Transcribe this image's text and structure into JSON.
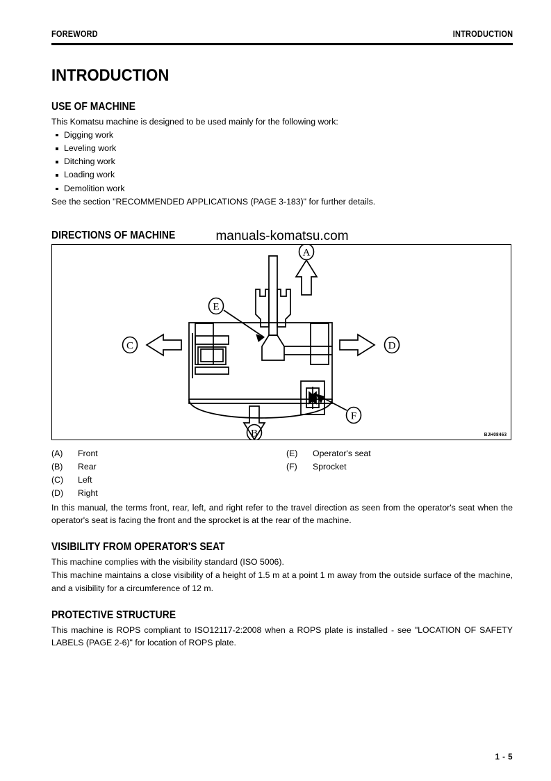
{
  "header": {
    "left": "FOREWORD",
    "right": "INTRODUCTION"
  },
  "page_title": "INTRODUCTION",
  "sections": {
    "use_of_machine": {
      "title": "USE OF MACHINE",
      "intro": "This Komatsu machine is designed to be used mainly for the following work:",
      "bullets": [
        "Digging work",
        "Leveling work",
        "Ditching work",
        "Loading work",
        "Demolition work"
      ],
      "outro": "See the section \"RECOMMENDED APPLICATIONS (PAGE 3-183)\" for further details."
    },
    "directions_of_machine": {
      "title": "DIRECTIONS OF MACHINE",
      "figure": {
        "code": "BJH08463",
        "watermark": "manuals-komatsu.com",
        "callouts": [
          {
            "id": "A",
            "label": "Front"
          },
          {
            "id": "B",
            "label": "Rear"
          },
          {
            "id": "C",
            "label": "Left"
          },
          {
            "id": "D",
            "label": "Right"
          },
          {
            "id": "E",
            "label": "Operator's seat"
          },
          {
            "id": "F",
            "label": "Sprocket"
          }
        ]
      },
      "legend_left": [
        {
          "key": "(A)",
          "value": "Front"
        },
        {
          "key": "(B)",
          "value": "Rear"
        },
        {
          "key": "(C)",
          "value": "Left"
        },
        {
          "key": "(D)",
          "value": "Right"
        }
      ],
      "legend_right": [
        {
          "key": "(E)",
          "value": "Operator's seat"
        },
        {
          "key": "(F)",
          "value": "Sprocket"
        }
      ],
      "note": "In this manual, the terms front, rear, left, and right refer to the travel direction as seen from the operator's seat when the operator's seat is facing the front and the sprocket is at the rear of the machine."
    },
    "visibility": {
      "title": "VISIBILITY FROM OPERATOR'S SEAT",
      "line1": "This machine complies with the visibility standard (ISO 5006).",
      "line2": "This machine maintains a close visibility of a height of 1.5 m at a point 1 m away from the outside surface of the machine, and a visibility for a circumference of 12 m."
    },
    "protective_structure": {
      "title": "PROTECTIVE STRUCTURE",
      "line1": "This machine is ROPS compliant to ISO12117-2:2008 when a ROPS plate is installed - see \"LOCATION OF SAFETY LABELS (PAGE 2-6)\" for location of ROPS plate."
    }
  },
  "footer": {
    "page_number": "1 - 5"
  },
  "colors": {
    "ink": "#000000",
    "paper": "#ffffff"
  }
}
